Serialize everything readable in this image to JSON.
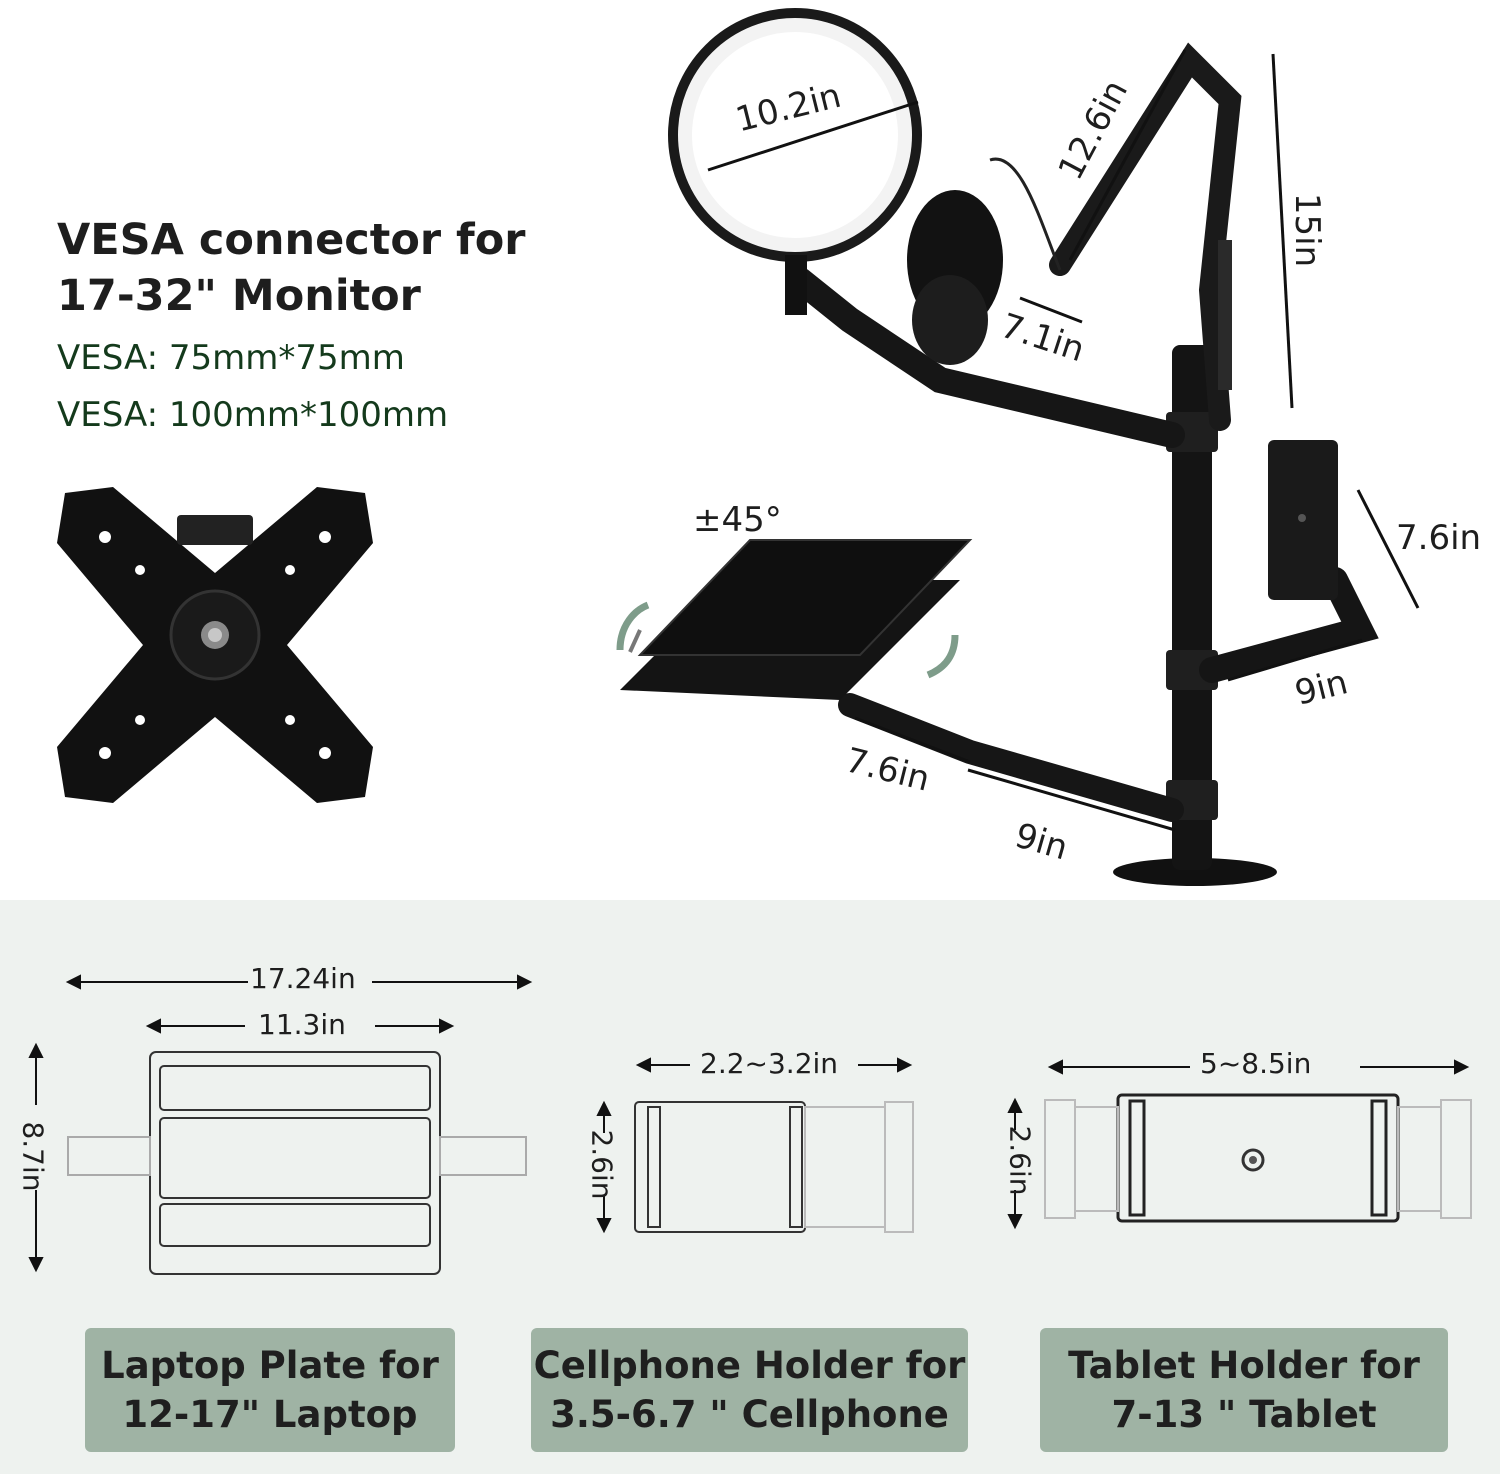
{
  "vesa": {
    "heading_line1": "VESA connector for",
    "heading_line2": "17-32\" Monitor",
    "spec1": "VESA: 75mm*75mm",
    "spec2": "VESA: 100mm*100mm"
  },
  "arm_dims": {
    "ring_diameter": "10.2in",
    "boom_upper": "12.6in",
    "pole_height": "15in",
    "boom_lower": "7.1in",
    "tablet_arm_upper": "7.6in",
    "tablet_arm_lower": "9in",
    "laptop_arm_outer": "7.6in",
    "laptop_arm_inner": "9in",
    "tilt": "±45°"
  },
  "laptop_plate": {
    "outer_width": "17.24in",
    "inner_width": "11.3in",
    "depth": "8.7in",
    "label_line1": "Laptop Plate for",
    "label_line2": "12-17\" Laptop"
  },
  "cellphone_holder": {
    "width": "2.2~3.2in",
    "height": "2.6in",
    "label_line1": "Cellphone Holder for",
    "label_line2": "3.5-6.7 \" Cellphone"
  },
  "tablet_holder": {
    "width": "5~8.5in",
    "height": "2.6in",
    "label_line1": "Tablet Holder for",
    "label_line2": "7-13 \" Tablet"
  },
  "colors": {
    "accent_green": "#9fb3a4",
    "panel_bg": "#eef2ef",
    "spec_text": "#143a1c"
  }
}
